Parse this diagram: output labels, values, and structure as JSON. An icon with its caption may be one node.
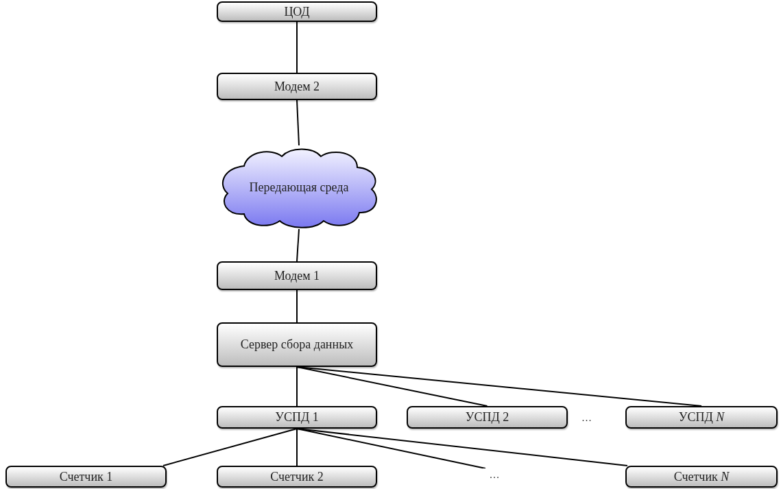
{
  "diagram": {
    "nodes": [
      {
        "text": [
          "ЦОД"
        ]
      },
      {
        "text": [
          "Модем 2"
        ]
      },
      {
        "text": [
          "Передающая среда"
        ]
      },
      {
        "text": [
          "Модем 1"
        ]
      },
      {
        "text": [
          "Сервер сбора данных"
        ]
      },
      {
        "text": [
          "УСПД 1"
        ]
      },
      {
        "text": [
          "УСПД 2"
        ]
      },
      {
        "text": [
          "УСПД *N*"
        ]
      },
      {
        "text": [
          "Счетчик 1"
        ]
      },
      {
        "text": [
          "Счетчик 2"
        ]
      },
      {
        "text": [
          "…"
        ]
      },
      {
        "text": [
          "Счетчик *N*"
        ]
      }
    ],
    "edges": [
      {
        "from": 0,
        "to": 1,
        "arrow": "none"
      },
      {
        "from": 1,
        "to": 2,
        "arrow": "none"
      },
      {
        "from": 2,
        "to": 3,
        "arrow": "none"
      },
      {
        "from": 3,
        "to": 4,
        "arrow": "none"
      },
      {
        "from": 4,
        "to": 5,
        "arrow": "none"
      },
      {
        "from": 4,
        "to": 6,
        "arrow": "none"
      },
      {
        "from": 4,
        "to": 7,
        "arrow": "none"
      },
      {
        "from": 5,
        "to": 8,
        "arrow": "none"
      },
      {
        "from": 5,
        "to": 9,
        "arrow": "none"
      },
      {
        "from": 5,
        "to": 10,
        "arrow": "none"
      },
      {
        "from": 5,
        "to": 11,
        "arrow": "none"
      }
    ],
    "labels": [
      "…"
    ]
  }
}
